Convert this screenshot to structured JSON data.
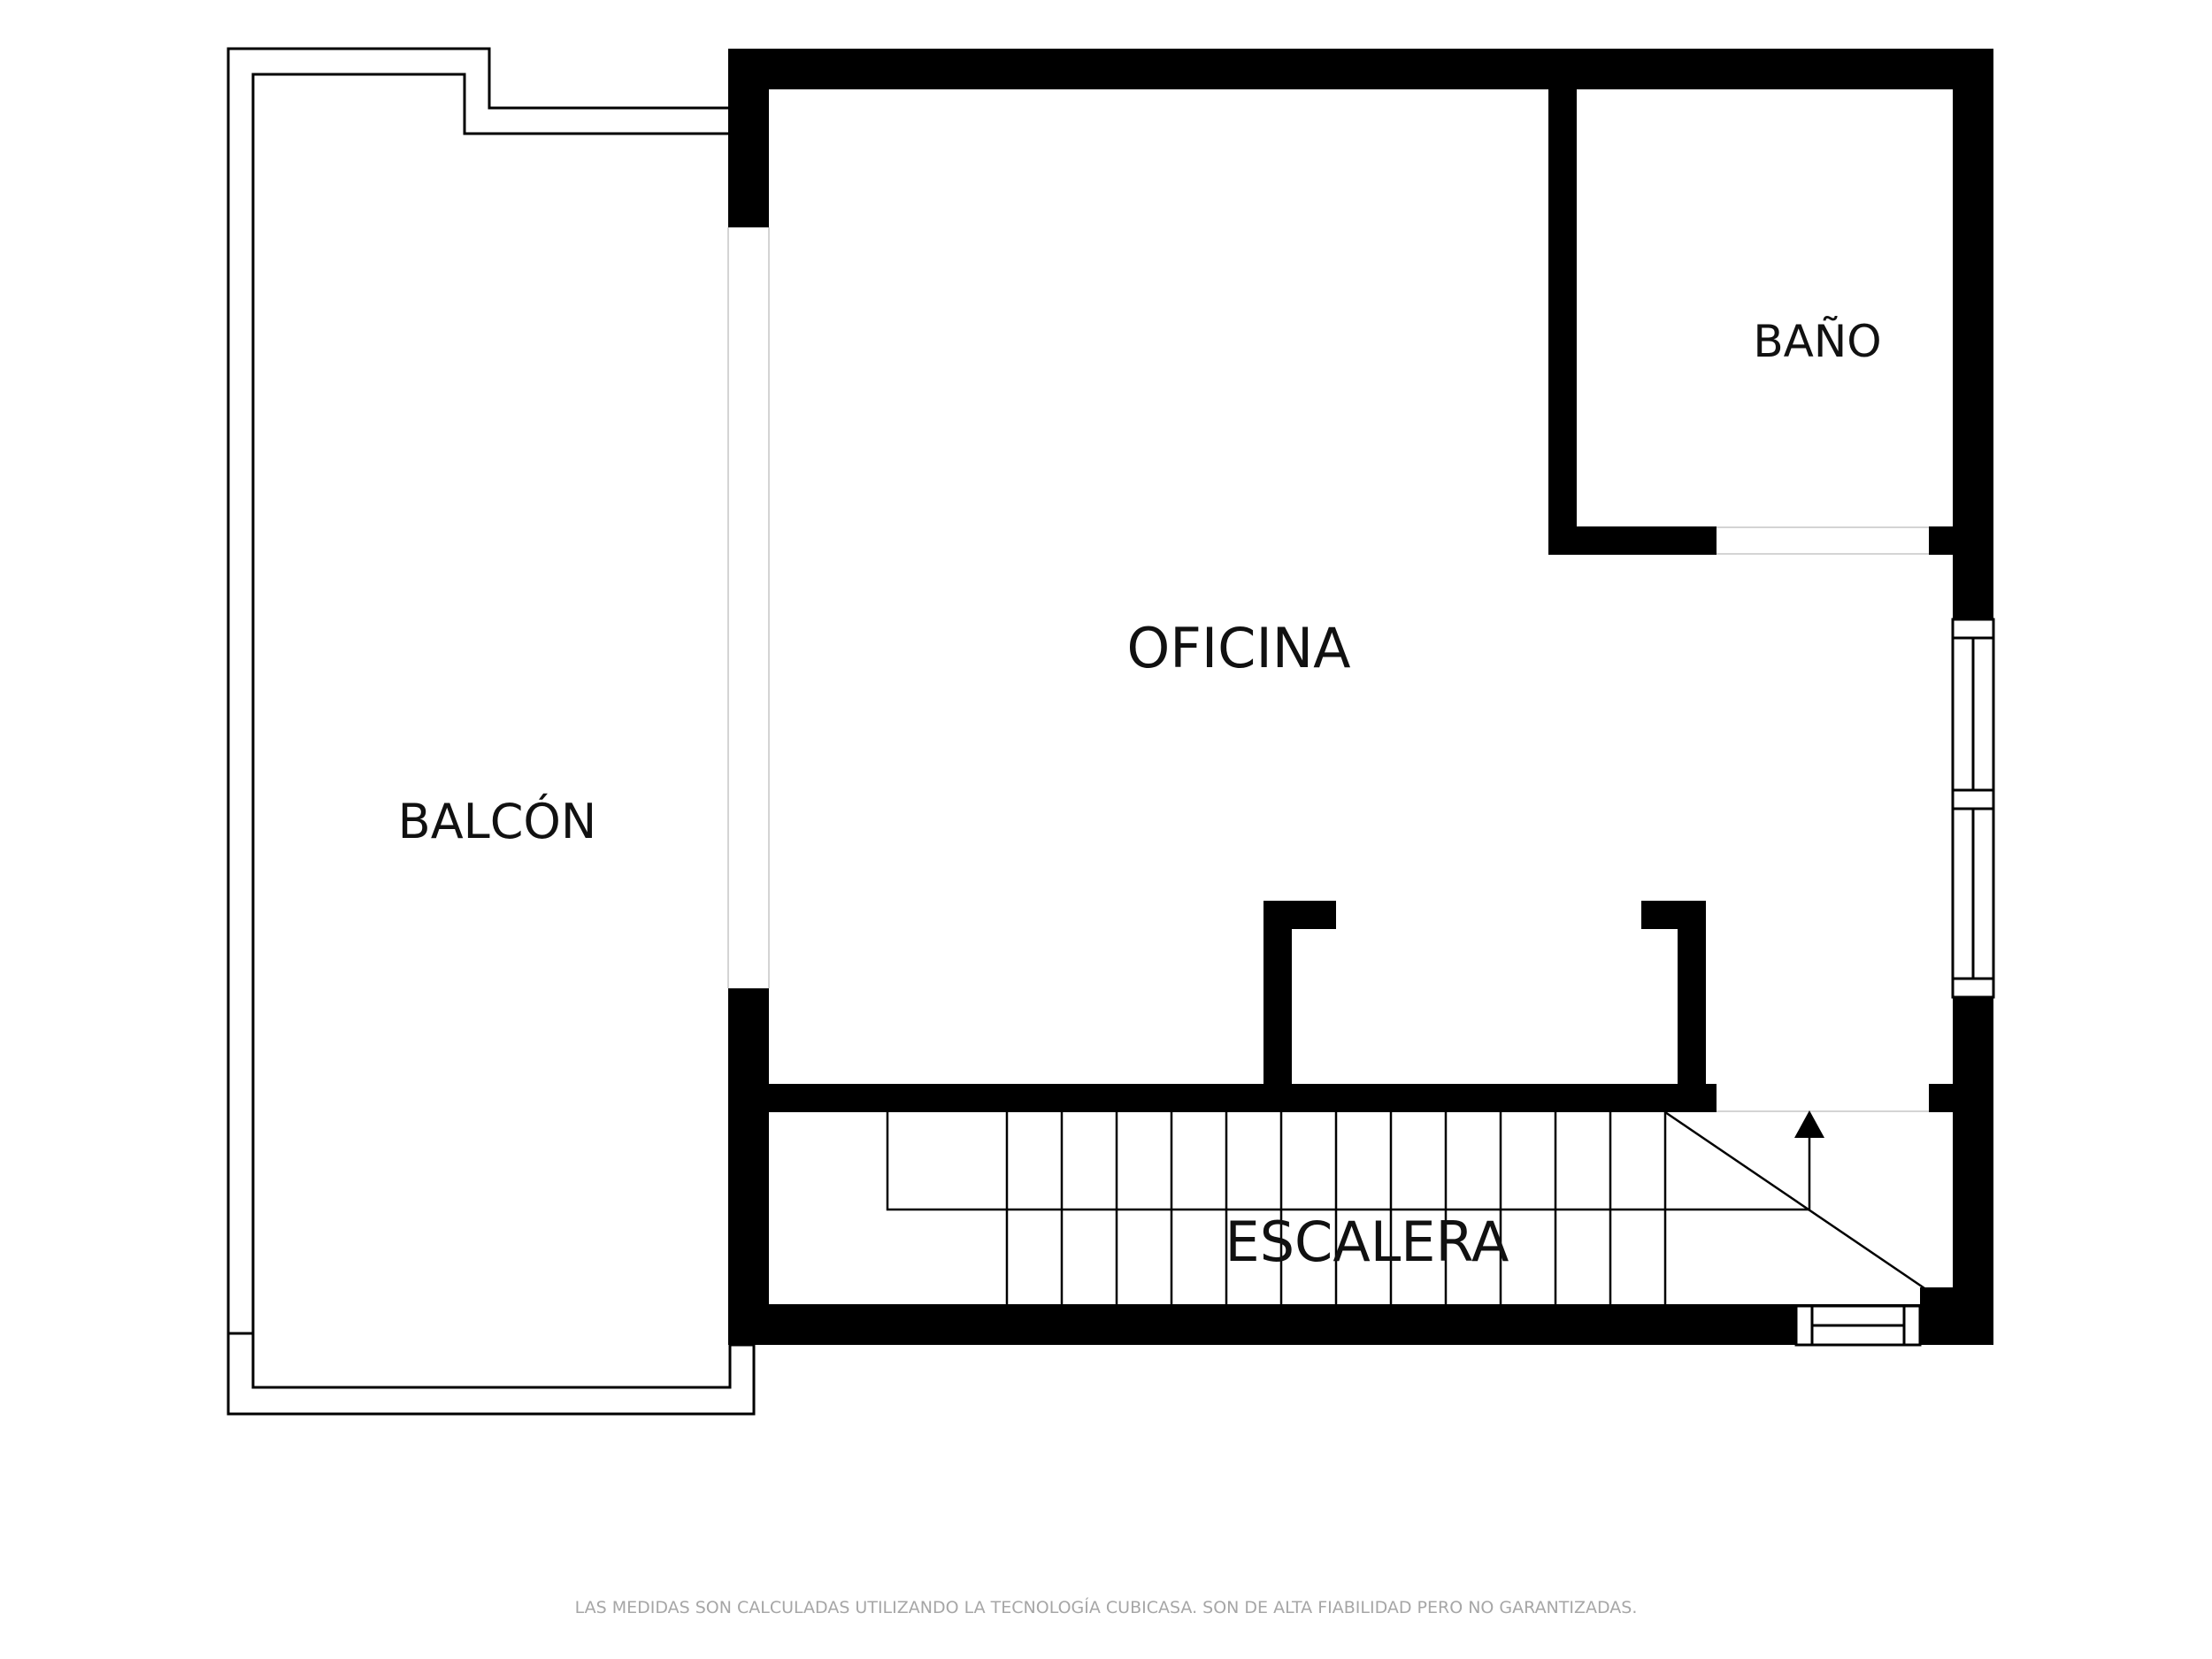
{
  "plan": {
    "rooms": {
      "balcon": "BALCÓN",
      "oficina": "OFICINA",
      "bano": "BAÑO",
      "escalera": "ESCALERA"
    },
    "disclaimer": "LAS MEDIDAS SON CALCULADAS UTILIZANDO LA TECNOLOGÍA CUBICASA. SON DE ALTA FIABILIDAD PERO NO GARANTIZADAS."
  },
  "colors": {
    "wall": "#000000",
    "line": "#000000",
    "text": "#111111",
    "disclaimer": "#a6a6a6",
    "background": "#ffffff"
  }
}
